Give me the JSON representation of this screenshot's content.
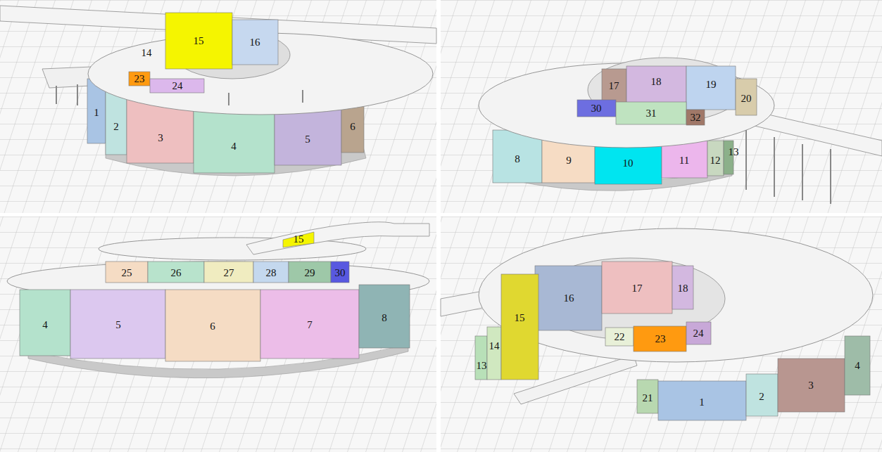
{
  "diagram": {
    "labels": [
      "14",
      "15",
      "16",
      "23",
      "24",
      "1",
      "2",
      "3",
      "4",
      "5",
      "6",
      "17",
      "18",
      "19",
      "20",
      "30",
      "31",
      "32",
      "8",
      "9",
      "10",
      "11",
      "12",
      "13",
      "15",
      "25",
      "26",
      "27",
      "28",
      "29",
      "30",
      "4",
      "5",
      "6",
      "7",
      "8",
      "16",
      "17",
      "18",
      "15",
      "13",
      "14",
      "22",
      "23",
      "24",
      "21",
      "1",
      "2",
      "3",
      "4"
    ]
  }
}
